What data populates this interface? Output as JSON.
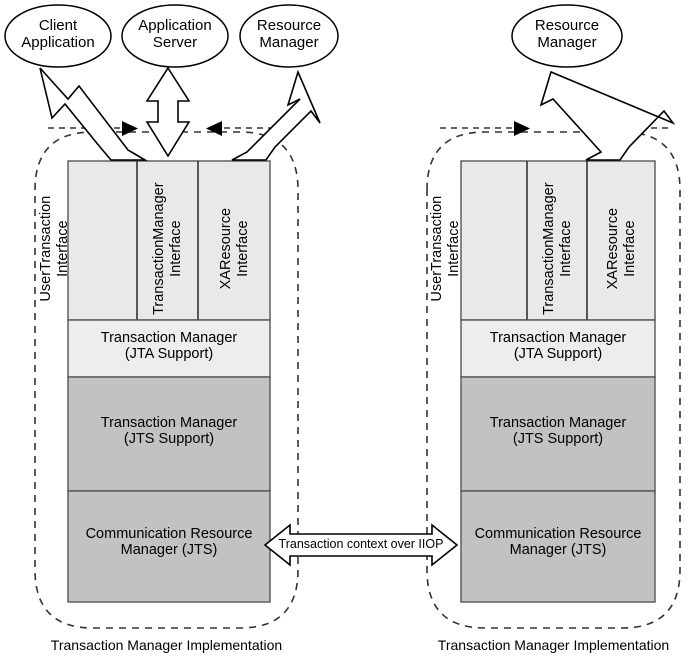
{
  "diagram": {
    "title_caption_left": "Transaction Manager Implementation",
    "title_caption_right": "Transaction Manager Implementation",
    "colors": {
      "interface_fill": "#e9e9e9",
      "jta_fill": "#ededed",
      "jts_fill": "#c2c2c2",
      "crm_fill": "#c2c2c2",
      "stroke": "#000000",
      "arrow_fill": "#ffffff",
      "dashed_stroke": "#333333",
      "background": "#ffffff"
    },
    "actors": [
      {
        "id": "client-application",
        "label_line1": "Client",
        "label_line2": "Application"
      },
      {
        "id": "application-server",
        "label_line1": "Application",
        "label_line2": "Server"
      },
      {
        "id": "resource-manager-left",
        "label_line1": "Resource",
        "label_line2": "Manager"
      },
      {
        "id": "resource-manager-right",
        "label_line1": "Resource",
        "label_line2": "Manager"
      }
    ],
    "panels": [
      {
        "id": "left-panel",
        "caption": "Transaction Manager Implementation",
        "interfaces": [
          {
            "id": "user-transaction-interface",
            "line1": "UserTransaction",
            "line2": "Interface"
          },
          {
            "id": "transaction-manager-interface",
            "line1": "TransactionManager",
            "line2": "Interface"
          },
          {
            "id": "xa-resource-interface",
            "line1": "XAResource",
            "line2": "Interface"
          }
        ],
        "layers": [
          {
            "id": "transaction-manager-jta",
            "line1": "Transaction Manager",
            "line2": "(JTA Support)"
          },
          {
            "id": "transaction-manager-jts",
            "line1": "Transaction Manager",
            "line2": "(JTS Support)"
          },
          {
            "id": "communication-resource-manager",
            "line1": "Communication Resource",
            "line2": "Manager (JTS)"
          }
        ]
      },
      {
        "id": "right-panel",
        "caption": "Transaction Manager Implementation",
        "interfaces": [
          {
            "id": "user-transaction-interface",
            "line1": "UserTransaction",
            "line2": "Interface"
          },
          {
            "id": "transaction-manager-interface",
            "line1": "TransactionManager",
            "line2": "Interface"
          },
          {
            "id": "xa-resource-interface",
            "line1": "XAResource",
            "line2": "Interface"
          }
        ],
        "layers": [
          {
            "id": "transaction-manager-jta",
            "line1": "Transaction Manager",
            "line2": "(JTA Support)"
          },
          {
            "id": "transaction-manager-jts",
            "line1": "Transaction Manager",
            "line2": "(JTS Support)"
          },
          {
            "id": "communication-resource-manager",
            "line1": "Communication Resource",
            "line2": "Manager (JTS)"
          }
        ]
      }
    ],
    "connector": {
      "id": "transaction-context-connector",
      "label": "Transaction context over IIOP",
      "style": "double-headed-block-arrow"
    }
  }
}
